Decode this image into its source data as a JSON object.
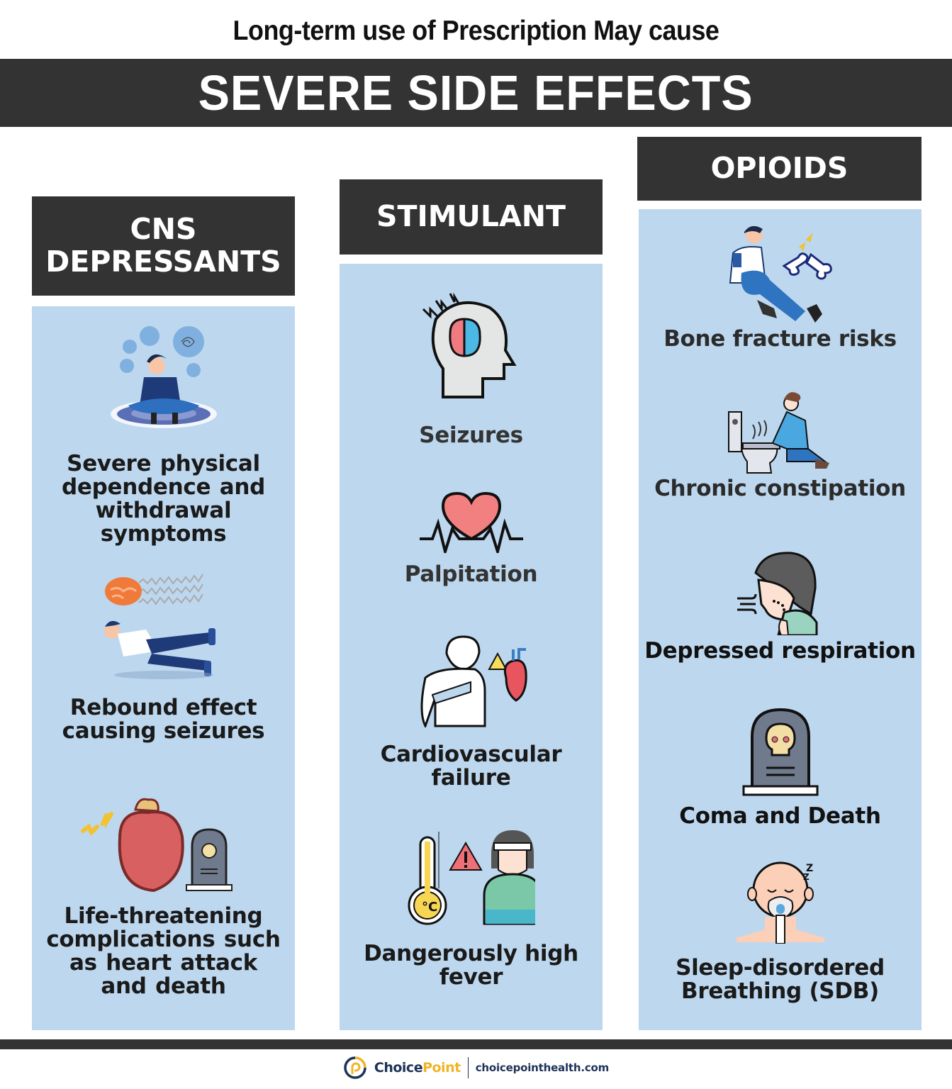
{
  "header": {
    "subtitle": "Long-term use of Prescription May cause",
    "title": "SEVERE SIDE EFFECTS"
  },
  "columns": [
    {
      "title_line1": "CNS",
      "title_line2": "DEPRESSANTS",
      "items": [
        {
          "icon": "anxious-person-icon",
          "label": "Severe physical dependence and  withdrawal symptoms"
        },
        {
          "icon": "seizure-person-icon",
          "label": "Rebound effect causing seizures"
        },
        {
          "icon": "heart-and-tombstone-icon",
          "label": "Life-threatening complications such as  heart attack and death"
        }
      ]
    },
    {
      "title": "STIMULANT",
      "items": [
        {
          "icon": "head-brain-seizure-icon",
          "label": "Seizures"
        },
        {
          "icon": "heartbeat-icon",
          "label": "Palpitation"
        },
        {
          "icon": "chest-pain-heart-warning-icon",
          "label": "Cardiovascular failure"
        },
        {
          "icon": "fever-thermometer-icon",
          "label": "Dangerously high fever"
        }
      ]
    },
    {
      "title": "OPIOIDS",
      "items": [
        {
          "icon": "broken-bone-icon",
          "label": "Bone fracture risks"
        },
        {
          "icon": "toilet-vomit-icon",
          "label": "Chronic constipation"
        },
        {
          "icon": "breathing-difficulty-icon",
          "label": "Depressed respiration"
        },
        {
          "icon": "tombstone-skull-icon",
          "label": "Coma and Death"
        },
        {
          "icon": "oxygen-mask-sleep-icon",
          "label": "Sleep-disordered Breathing (SDB)"
        }
      ]
    }
  ],
  "footer": {
    "brand_part1": "Choice",
    "brand_part2": "Point",
    "website": "choicepointhealth.com"
  },
  "colors": {
    "dark": "#333333",
    "panel": "#bdd7ee",
    "brand_navy": "#1e3358",
    "brand_gold": "#f0b429"
  }
}
